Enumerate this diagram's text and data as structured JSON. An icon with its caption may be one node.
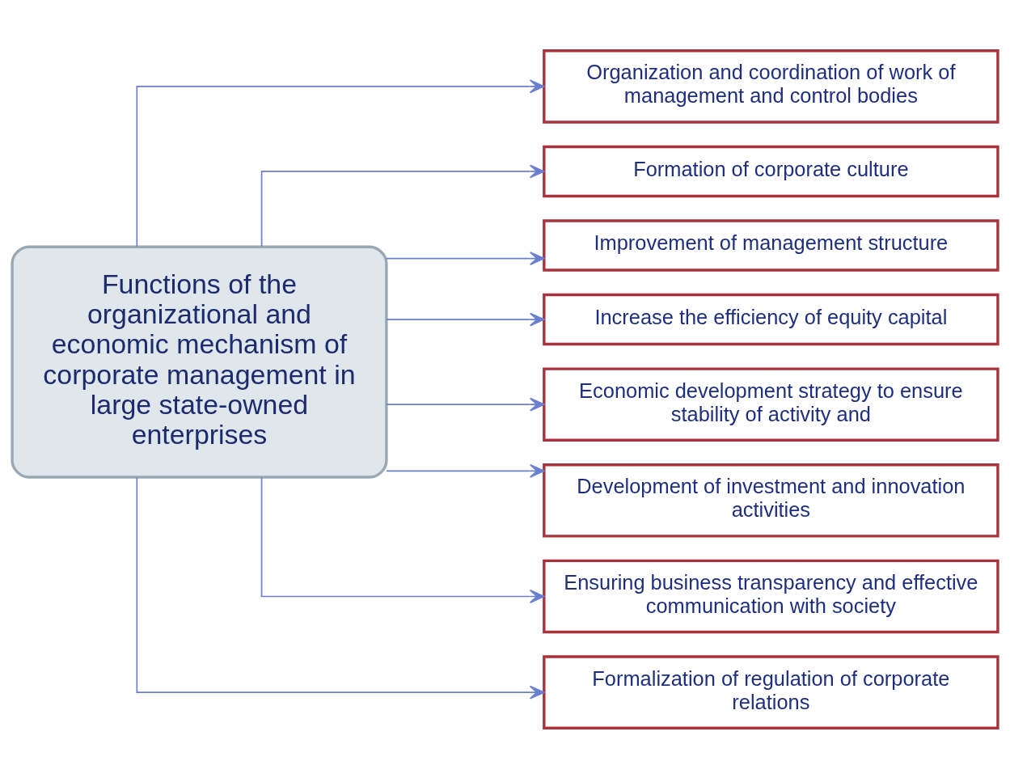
{
  "diagram": {
    "nodes": [
      {
        "text": [
          "Functions of the organizational and economic mechanism of corporate management in large state-owned enterprises"
        ]
      },
      {
        "text": [
          "Organization and coordination of work of management and control bodies"
        ]
      },
      {
        "text": [
          "Formation of corporate culture"
        ]
      },
      {
        "text": [
          "Improvement of management structure"
        ]
      },
      {
        "text": [
          "Increase the efficiency of equity capital"
        ]
      },
      {
        "text": [
          "Economic development strategy to ensure stability of activity and"
        ]
      },
      {
        "text": [
          "Development of investment and innovation activities"
        ]
      },
      {
        "text": [
          "Ensuring business transparency and effective communication with society"
        ]
      },
      {
        "text": [
          "Formalization of regulation of corporate relations"
        ]
      }
    ],
    "edges": [
      {
        "from": 0,
        "to": 1,
        "arrow": "to"
      },
      {
        "from": 0,
        "to": 2,
        "arrow": "to"
      },
      {
        "from": 0,
        "to": 3,
        "arrow": "to"
      },
      {
        "from": 0,
        "to": 4,
        "arrow": "to"
      },
      {
        "from": 0,
        "to": 5,
        "arrow": "to"
      },
      {
        "from": 0,
        "to": 6,
        "arrow": "to"
      },
      {
        "from": 0,
        "to": 7,
        "arrow": "to"
      },
      {
        "from": 0,
        "to": 8,
        "arrow": "to"
      }
    ]
  }
}
